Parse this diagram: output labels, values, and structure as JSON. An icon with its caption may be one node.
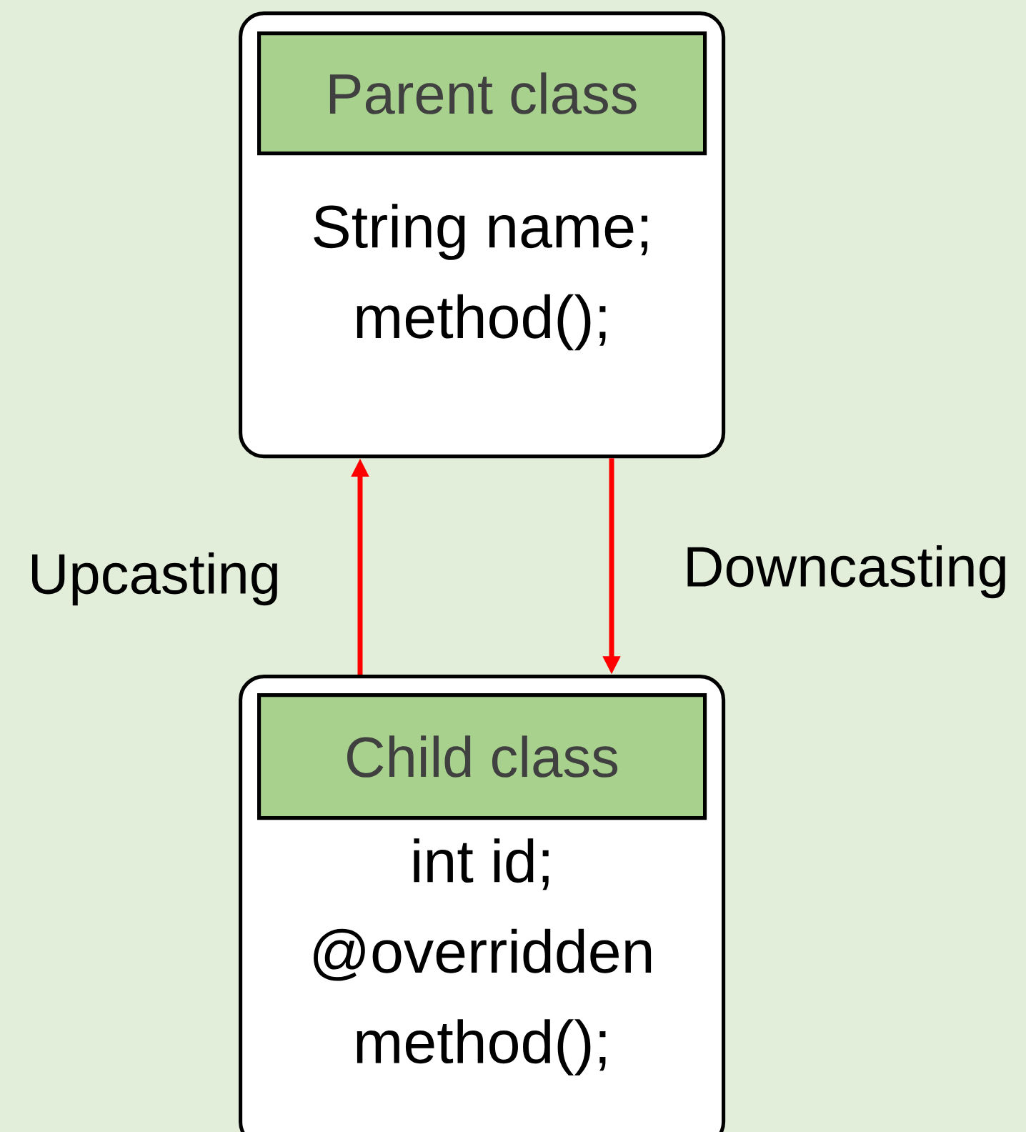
{
  "diagram": {
    "nodes": [
      {
        "text": [
          "String name; method();"
        ]
      },
      {
        "text": [
          "Parent class"
        ],
        "in": 0
      },
      {
        "text": [
          "int id; @overridden method();"
        ]
      },
      {
        "text": [
          "Child class"
        ],
        "in": 2
      }
    ],
    "edges": [
      {
        "from": 2,
        "to": 0,
        "arrow": "to",
        "label": "Upcasting",
        "color": "#ff0000"
      },
      {
        "from": 0,
        "to": 2,
        "arrow": "to",
        "label": "Downcasting",
        "color": "#ff0000"
      }
    ]
  }
}
